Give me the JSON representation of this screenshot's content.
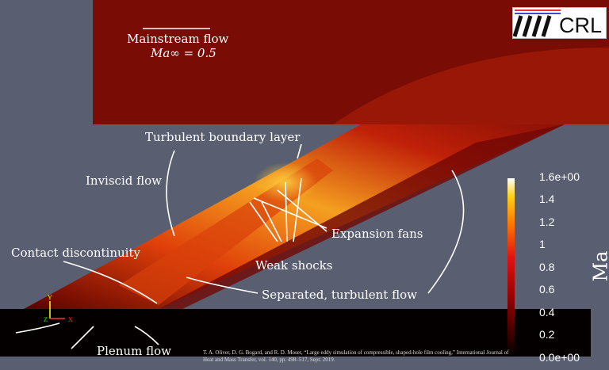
{
  "annotations": {
    "mainstream": "Mainstream flow",
    "mach": "Ma∞ = 0.5",
    "turbulent_bl": "Turbulent boundary layer",
    "inviscid": "Inviscid flow",
    "expansion": "Expansion fans",
    "contact": "Contact discontinuity",
    "weak_shocks": "Weak shocks",
    "separated": "Separated, turbulent flow",
    "plenum": "Plenum flow"
  },
  "axes_triad": {
    "y": "Y",
    "z": "Z",
    "x": "X"
  },
  "colorbar": {
    "title": "Ma",
    "ticks": [
      "1.6e+00",
      "1.4",
      "1.2",
      "1",
      "0.8",
      "0.6",
      "0.4",
      "0.2",
      "0.0e+00"
    ],
    "range": [
      0,
      1.6
    ],
    "colors": [
      "#000000",
      "#8b0000",
      "#e01010",
      "#ff7a00",
      "#ffd21a",
      "#ffffff"
    ]
  },
  "logo": "CRL",
  "citation": {
    "line1": "T. A. Oliver, D. G. Bogard, and R. D. Moser, “Large eddy simulation of compressible, shaped-hole film cooling,” International Journal of",
    "line2": "Heat and Mass Transfer, vol. 140, pp. 498–517, Sept. 2019."
  }
}
